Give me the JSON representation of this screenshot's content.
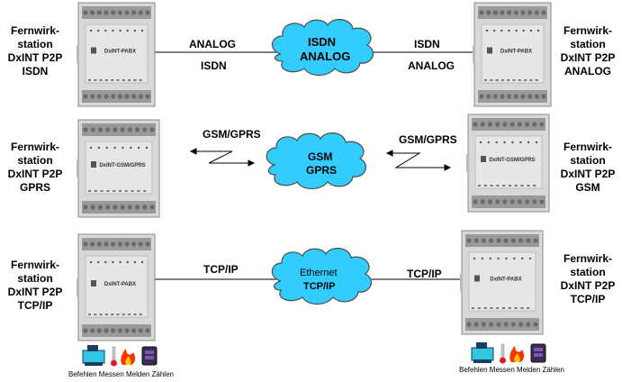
{
  "rows": [
    {
      "left_station": [
        "Fernwirk-",
        "station",
        "DxINT P2P",
        "ISDN"
      ],
      "left_device": "DxINT-PABX",
      "left_link": [
        "ANALOG",
        "ISDN"
      ],
      "cloud": [
        "ISDN",
        "ANALOG"
      ],
      "right_link": [
        "ISDN",
        "ANALOG"
      ],
      "right_device": "DxINT-PABX",
      "right_station": [
        "Fernwirk-",
        "station",
        "DxINT P2P",
        "ANALOG"
      ]
    },
    {
      "left_station": [
        "Fernwirk-",
        "station",
        "DxINT P2P",
        "GPRS"
      ],
      "left_device": "DxINT-GSM/GPRS",
      "left_link": [
        "GSM/GPRS"
      ],
      "cloud": [
        "GSM",
        "GPRS"
      ],
      "right_link": [
        "GSM/GPRS"
      ],
      "right_device": "DxINT-GSM/GPRS",
      "right_station": [
        "Fernwirk-",
        "station",
        "DxINT P2P",
        "GSM"
      ]
    },
    {
      "left_station": [
        "Fernwirk-",
        "station",
        "DxINT P2P",
        "TCP/IP"
      ],
      "left_device": "DxINT-PABX",
      "left_link": [
        "TCP/IP"
      ],
      "cloud": [
        "Ethernet",
        "TCP/IP"
      ],
      "right_link": [
        "TCP/IP"
      ],
      "right_device": "DxINT-PABX",
      "right_station": [
        "Fernwirk-",
        "station",
        "DxINT P2P",
        "TCP/IP"
      ]
    }
  ],
  "sensor_caption": "Befehlen Messen Melden Zählen",
  "colors": {
    "cloud_fill": "#33ccff",
    "cloud_stroke": "#4d4d4d",
    "device_body": "#d8d8d8",
    "terminal": "#6b6b6b"
  },
  "icons": [
    "command-icon",
    "thermometer-icon",
    "flame-icon",
    "counter-icon"
  ]
}
